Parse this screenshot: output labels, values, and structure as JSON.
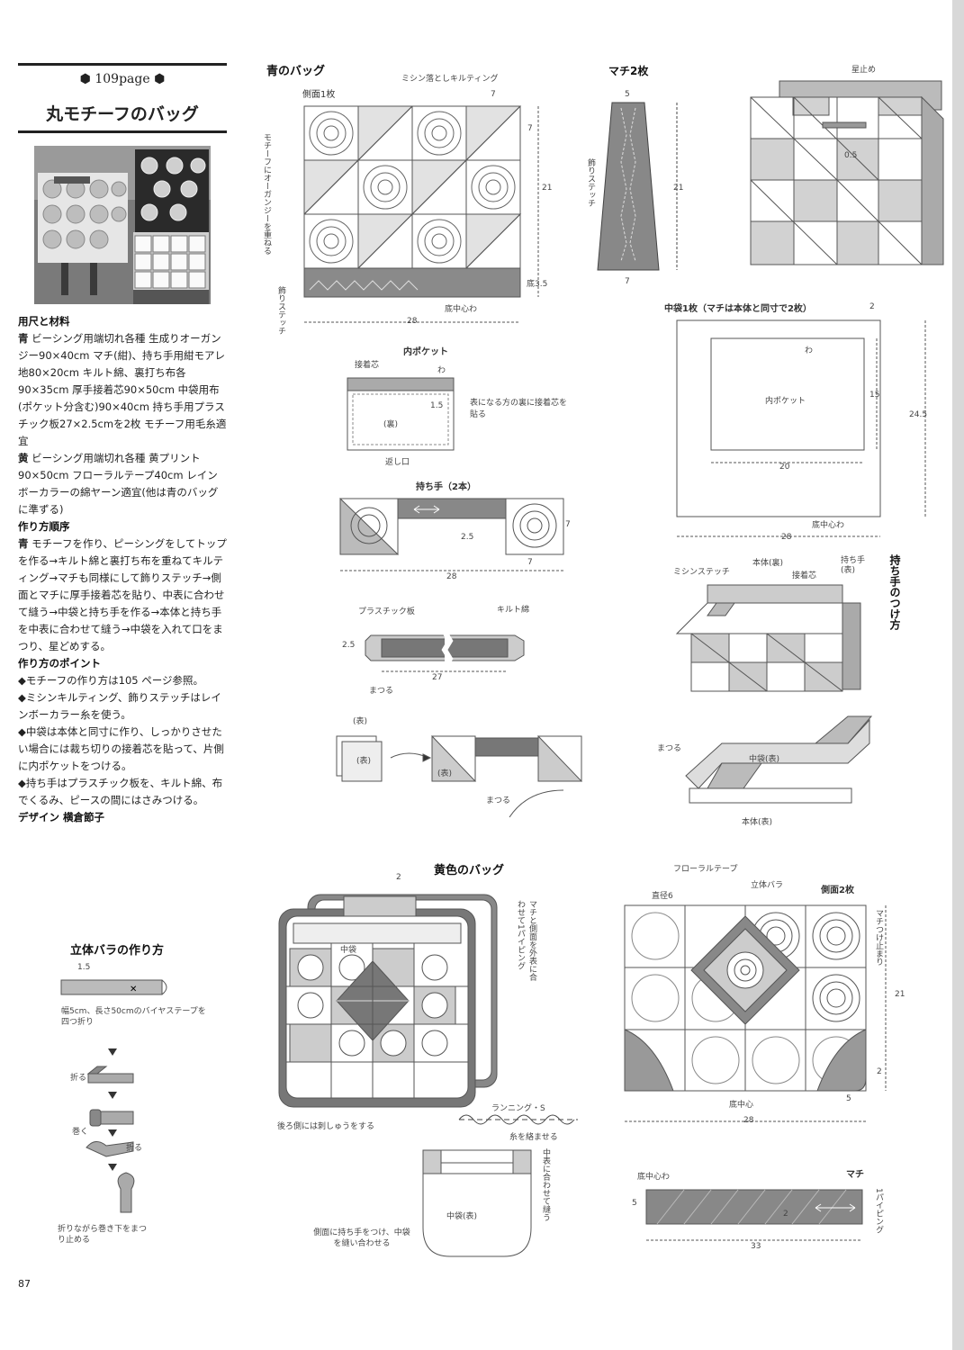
{
  "header": {
    "page_ref": "109page",
    "title": "丸モチーフのバッグ"
  },
  "materials": {
    "heading": "用尺と材料",
    "blue": "ビーシング用端切れ各種 生成りオーガンジー90×40cm マチ(紺)、持ち手用紺モアレ地80×20cm キルト綿、裏打ち布各90×35cm 厚手接着芯90×50cm 中袋用布(ポケット分含む)90×40cm 持ち手用プラスチック板27×2.5cmを2枚 モチーフ用毛糸適宜",
    "yellow": "ビーシング用端切れ各種 黄プリント90×50cm フローラルテープ40cm レインボーカラーの綿ヤーン適宜(他は青のバッグに準ずる)",
    "blue_mark": "青",
    "yellow_mark": "黄"
  },
  "steps": {
    "heading": "作り方順序",
    "blue_mark": "青",
    "text": "モチーフを作り、ピーシングをしてトップを作る→キルト綿と裏打ち布を重ねてキルティング→マチも同様にして飾りステッチ→側面とマチに厚手接着芯を貼り、中表に合わせて縫う→中袋と持ち手を作る→本体と持ち手を中表に合わせて縫う→中袋を入れて口をまつり、星どめする。"
  },
  "points": {
    "heading": "作り方のポイント",
    "items": [
      "◆モチーフの作り方は105 ページ参照。",
      "◆ミシンキルティング、飾りステッチはレインボーカラー糸を使う。",
      "◆中袋は本体と同寸に作り、しっかりさせたい場合には裁ち切りの接着芯を貼って、片側に内ポケットをつける。",
      "◆持ち手はプラスチック板を、キルト綿、布でくるみ、ピースの間にはさみつける。"
    ]
  },
  "design": {
    "label": "デザイン",
    "name": "横倉節子"
  },
  "rose": {
    "title": "立体バラの作り方",
    "dim": "1.5",
    "note": "幅5cm、長さ50cmのバイヤステープを四つ折り",
    "steps": [
      "折る",
      "巻く",
      "折る"
    ],
    "final": "折りながら巻き下をまつり止める"
  },
  "blue_bag": {
    "title": "青のバッグ",
    "side_label": "側面1枚",
    "quilting": "ミシン落としキルティング",
    "organza": "モチーフにオーガンジーを重ねる",
    "deco": "飾りステッチ",
    "bottom_center": "底中心わ",
    "dims": {
      "w": "28",
      "h": "21",
      "cell": "7",
      "bottom": "底3.5"
    },
    "gusset": {
      "title": "マチ2枚",
      "top": "5",
      "h": "21",
      "bottom": "7",
      "deco": "飾りステッチ"
    },
    "star": "星止め",
    "star_dim": "0.5",
    "inner_pocket": {
      "title": "内ポケット",
      "interfacing": "接着芯",
      "fold": "わ",
      "dim": "1.5",
      "back": "(裏)",
      "return": "返し口",
      "note": "表になる方の裏に接着芯を貼る"
    },
    "handle": {
      "title": "持ち手（2本）",
      "mid": "2.5",
      "w": "28",
      "side": "7",
      "bottom": "7"
    },
    "handle_core": {
      "plastic": "プラスチック板",
      "batting": "キルト綿",
      "h": "2.5",
      "w": "27",
      "sew": "まつる"
    },
    "attach": {
      "front": "(表)",
      "front2": "(表)",
      "front3": "(表)",
      "sew": "まつる"
    },
    "lining": {
      "title": "中袋1枚（マチは本体と同寸で2枚）",
      "top": "2",
      "fold": "わ",
      "pocket": "内ポケット",
      "pocket_h": "15",
      "h": "24.5",
      "pocket_w": "20",
      "bottom": "底中心わ",
      "w": "28"
    },
    "handle_attach": {
      "title": "持ち手のつけ方",
      "machine": "ミシンステッチ",
      "body_back": "本体(裏)",
      "interfacing": "接着芯",
      "handle_front": "持ち手(表)",
      "sew": "まつる",
      "lining_front": "中袋(表)",
      "body_front": "本体(表)"
    }
  },
  "yellow_bag": {
    "title": "黄色のバッグ",
    "top": "2",
    "lining": "中袋",
    "piping_note": "マチと側面を外表に合わせて1パイピング",
    "back_note": "後ろ側には刺しゅうをする",
    "running": "ランニング・S",
    "running_note": "糸を絡ませる",
    "side2": {
      "title": "側面2枚",
      "diameter": "直径6",
      "floral": "フローラルテープ",
      "rose": "立体バラ",
      "gusset_end": "マチつけ止まり",
      "h": "21",
      "corner": "2",
      "corner5": "5",
      "bottom": "底中心",
      "w": "28"
    },
    "lining_bag": {
      "label": "中袋(表)",
      "note1": "中表に合わせて縫う",
      "note2": "側面に持ち手をつけ、中袋を縫い合わせる"
    },
    "gusset": {
      "title": "マチ",
      "bottom": "底中心わ",
      "h": "5",
      "seam": "2",
      "piping": "1パイピング",
      "w": "33"
    }
  },
  "page_number": "87"
}
